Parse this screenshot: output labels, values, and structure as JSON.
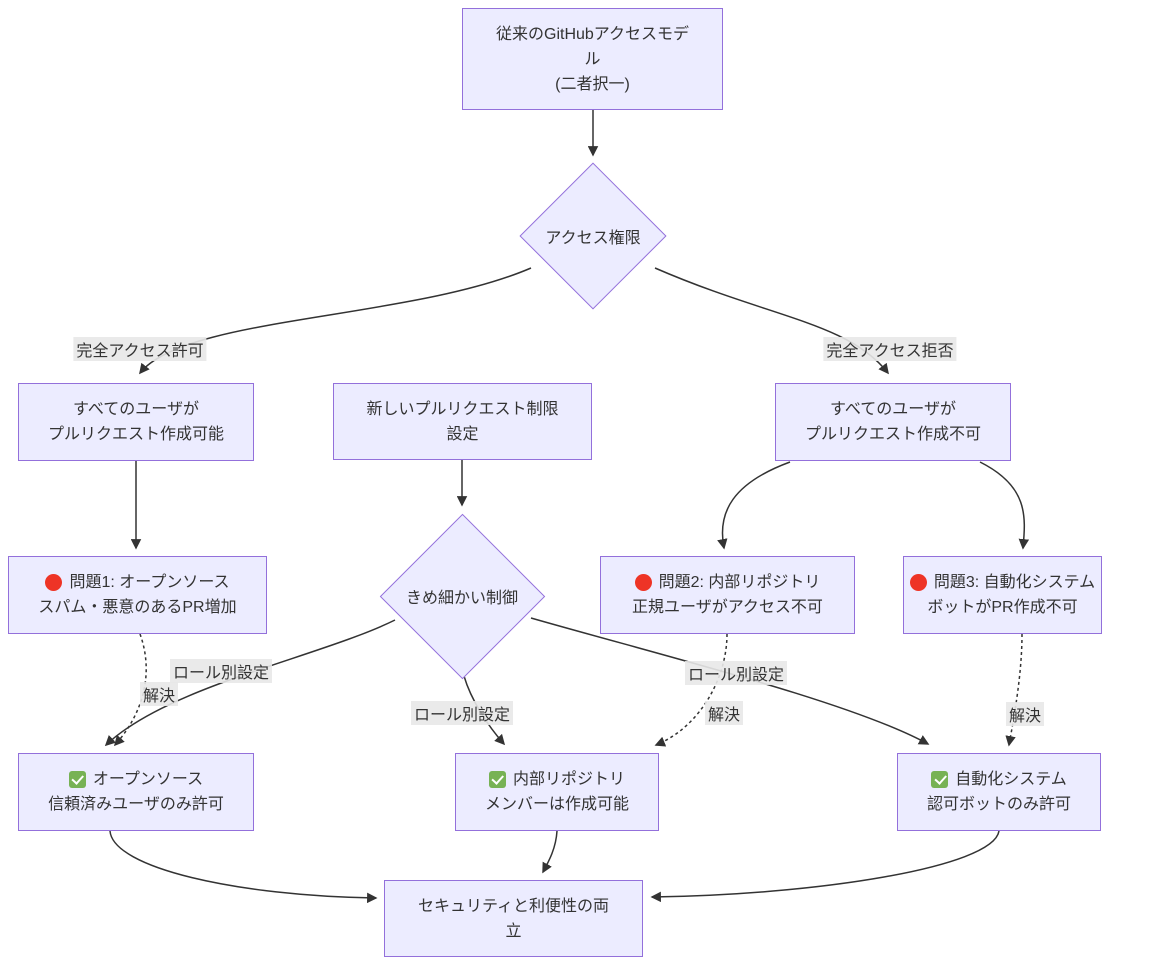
{
  "diagram": {
    "title": "GitHub pull request access model flowchart",
    "colors": {
      "node_fill": "#ECECFF",
      "node_border": "#9370DB",
      "edge_stroke": "#333333",
      "edge_label_bg": "#e8e8e8",
      "problem_icon": "#ee3426",
      "solution_icon": "#77b255",
      "text": "#333333"
    },
    "nodes": {
      "legacy": {
        "lines": [
          "従来のGitHubアクセスモデ",
          "ル",
          "(二者択一)"
        ]
      },
      "decision_access": {
        "label": "アクセス権限"
      },
      "allow_all": {
        "lines": [
          "すべてのユーザが",
          "プルリクエスト作成可能"
        ]
      },
      "new_settings": {
        "lines": [
          "新しいプルリクエスト制限",
          "設定"
        ]
      },
      "deny_all": {
        "lines": [
          "すべてのユーザが",
          "プルリクエスト作成不可"
        ]
      },
      "problem1": {
        "icon": "red-circle",
        "line1": "問題1: オープンソース",
        "line2": "スパム・悪意のあるPR増加"
      },
      "decision_control": {
        "label": "きめ細かい制御"
      },
      "problem2": {
        "icon": "red-circle",
        "line1": "問題2: 内部リポジトリ",
        "line2": "正規ユーザがアクセス不可"
      },
      "problem3": {
        "icon": "red-circle",
        "line1": "問題3: 自動化システム",
        "line2": "ボットがPR作成不可"
      },
      "solution1": {
        "icon": "green-check",
        "line1": "オープンソース",
        "line2": "信頼済みユーザのみ許可"
      },
      "solution2": {
        "icon": "green-check",
        "line1": "内部リポジトリ",
        "line2": "メンバーは作成可能"
      },
      "solution3": {
        "icon": "green-check",
        "line1": "自動化システム",
        "line2": "認可ボットのみ許可"
      },
      "goal": {
        "lines": [
          "セキュリティと利便性の両",
          "立"
        ]
      }
    },
    "edge_labels": {
      "full_allow": "完全アクセス許可",
      "full_deny": "完全アクセス拒否",
      "role_left": "ロール別設定",
      "role_mid": "ロール別設定",
      "role_right": "ロール別設定",
      "resolve_left": "解決",
      "resolve_mid": "解決",
      "resolve_right": "解決"
    }
  }
}
